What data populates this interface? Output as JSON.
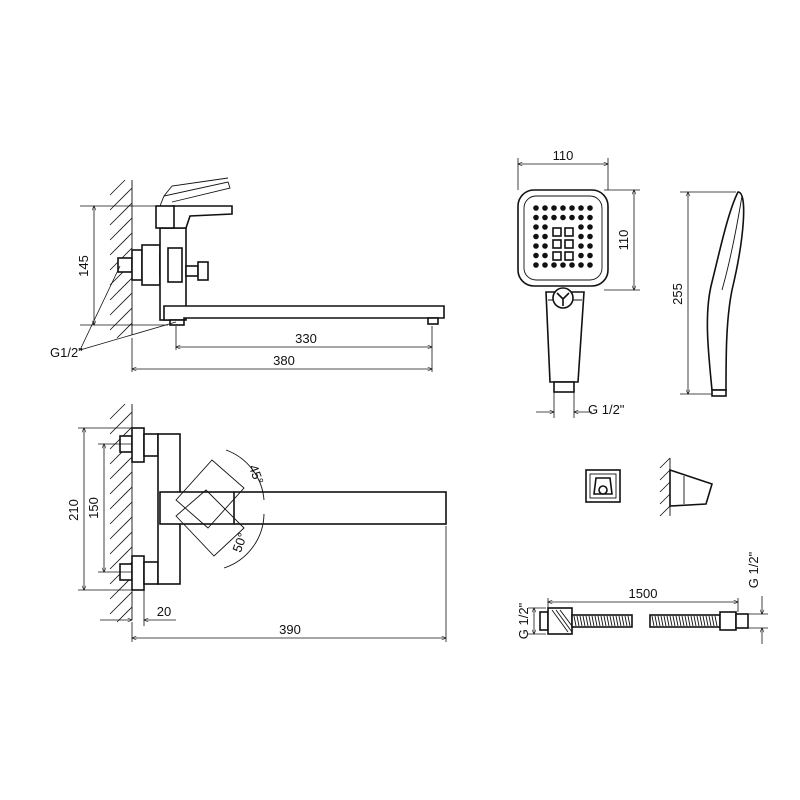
{
  "dimensions": {
    "side_height": "145",
    "side_spout_reach": "330",
    "side_total_length": "380",
    "side_thread": "G1/2\"",
    "top_total_height": "210",
    "top_inlet_spacing": "150",
    "top_wall_offset": "20",
    "top_total_length": "390",
    "top_angle_1": "45°",
    "top_angle_2": "50°",
    "head_width": "110",
    "head_height": "110",
    "handle_length": "255",
    "handle_thread": "G 1/2\"",
    "hose_length": "1500",
    "hose_thread_left": "G 1/2\"",
    "hose_thread_right": "G 1/2\""
  }
}
